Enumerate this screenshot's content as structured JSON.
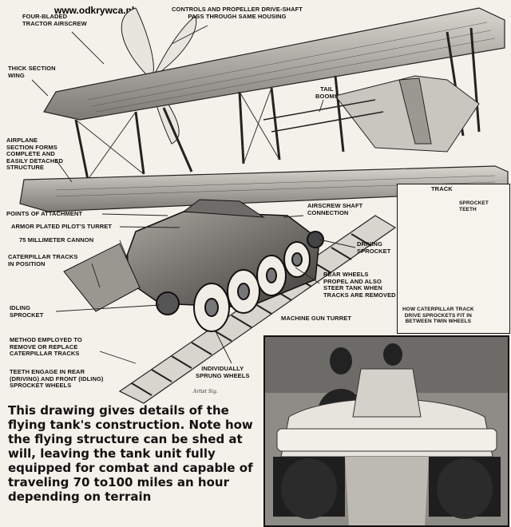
{
  "watermark": "www.odkrywca.pl",
  "labels": {
    "four_bladed": "FOUR-BLADED\nTRACTOR AIRSCREW",
    "controls": "CONTROLS AND PROPELLER DRIVE-SHAFT\nPASS THROUGH SAME HOUSING",
    "thick_wing": "THICK SECTION\nWING",
    "tail_booms": "TAIL\nBOOMS",
    "airplane_section": "AIRPLANE\nSECTION FORMS\nCOMPLETE AND\nEASILY DETACHED\nSTRUCTURE",
    "points_attachment": "POINTS OF ATTACHMENT",
    "airscrew_shaft": "AIRSCREW SHAFT\nCONNECTION",
    "pilot_turret": "ARMOR PLATED PILOT'S TURRET",
    "cannon": "75 MILLIMETER CANNON",
    "driving_sprocket": "DRIVING\nSPROCKET",
    "caterpillar_position": "CATERPILLAR TRACKS\nIN POSITION",
    "rear_wheels": "REAR WHEELS\nPROPEL AND ALSO\nSTEER TANK WHEN\nTRACKS ARE REMOVED",
    "idling": "IDLING\nSPROCKET",
    "machine_gun": "MACHINE GUN TURRET",
    "method": "METHOD EMPLOYED TO\nREMOVE OR REPLACE\nCATERPILLAR TRACKS",
    "teeth": "TEETH ENGAGE IN REAR\n(DRIVING) AND FRONT (IDLING)\nSPROCKET WHEELS",
    "sprung": "INDIVIDUALLY\nSPRUNG WHEELS",
    "track": "TRACK",
    "sprocket_teeth": "SPROCKET\nTEETH",
    "inset_caption": "HOW CATERPILLAR TRACK\nDRIVE SPROCKETS FIT IN\nBETWEEN TWIN WHEELS"
  },
  "caption": "This drawing gives details of the flying tank's construction. Note how the flying structure can be shed at will, leaving the tank unit fully equipped for combat and capable of traveling 70 to100 miles an hour depending on terrain",
  "colors": {
    "paper": "#f4f1ea",
    "ink": "#111111",
    "photo": "#8d8b86"
  }
}
